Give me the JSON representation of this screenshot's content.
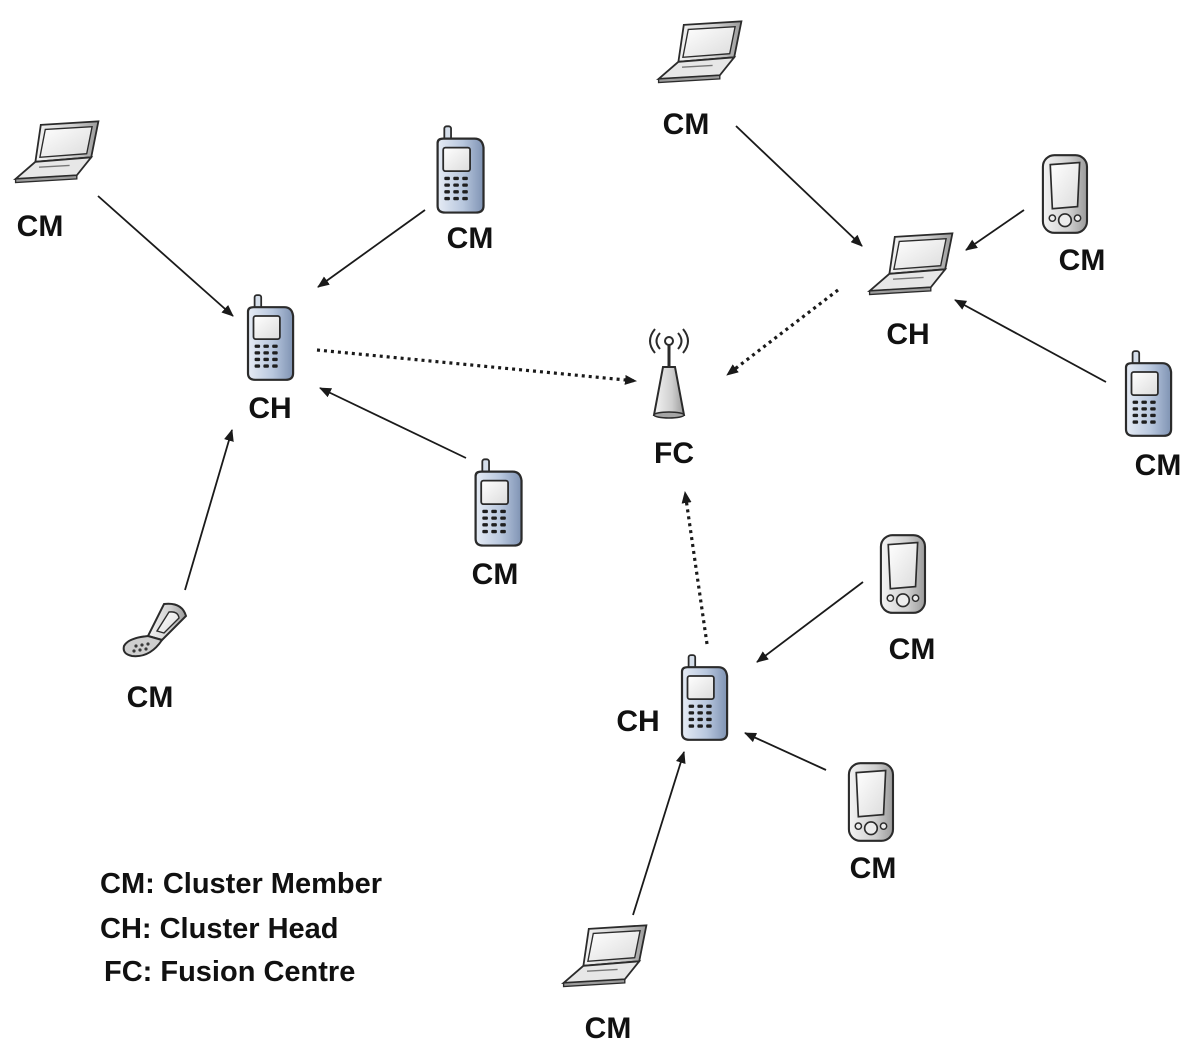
{
  "nodes": {
    "n1": {
      "label": "CM",
      "icon": "laptop-icon"
    },
    "n2": {
      "label": "CM",
      "icon": "cellphone-icon"
    },
    "n3": {
      "label": "CH",
      "icon": "cellphone-icon"
    },
    "n4": {
      "label": "CM",
      "icon": "cellphone-icon"
    },
    "n5": {
      "label": "CM",
      "icon": "flip-phone-icon"
    },
    "n6": {
      "label": "FC",
      "icon": "antenna-tower-icon"
    },
    "n7": {
      "label": "CM",
      "icon": "laptop-icon"
    },
    "n8": {
      "label": "CH",
      "icon": "laptop-icon"
    },
    "n9": {
      "label": "CM",
      "icon": "pda-icon"
    },
    "n10": {
      "label": "CM",
      "icon": "cellphone-icon"
    },
    "n11": {
      "label": "CH",
      "icon": "cellphone-icon"
    },
    "n12": {
      "label": "CM",
      "icon": "pda-icon"
    },
    "n13": {
      "label": "CM",
      "icon": "pda-icon"
    },
    "n14": {
      "label": "CM",
      "icon": "laptop-icon"
    }
  },
  "legend": [
    "CM: Cluster Member",
    "CH: Cluster Head",
    "FC: Fusion Centre"
  ]
}
